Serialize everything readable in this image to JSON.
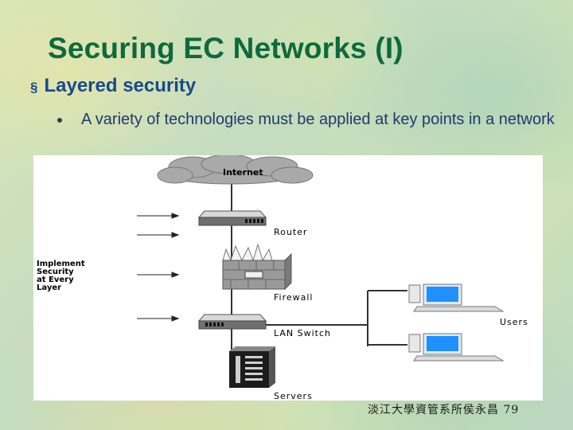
{
  "slide": {
    "title": "Securing EC Networks (I)",
    "level1": {
      "bullet": "§",
      "text": "Layered security"
    },
    "level2": {
      "text": "A variety of technologies must be applied at key points in a network"
    }
  },
  "diagram": {
    "internet_label": "Internet",
    "router_label": "Router",
    "firewall_label": "Firewall",
    "switch_label": "LAN Switch",
    "servers_label": "Servers",
    "users_label": "Users",
    "side_label_lines": [
      "Implement",
      "Security",
      "at Every",
      "Layer"
    ]
  },
  "footer": {
    "text": "淡江大學資管系所侯永昌 79"
  },
  "colors": {
    "title": "#0d6a3d",
    "bullet_text": "#174a8c",
    "body_text": "#1e3a6e"
  }
}
